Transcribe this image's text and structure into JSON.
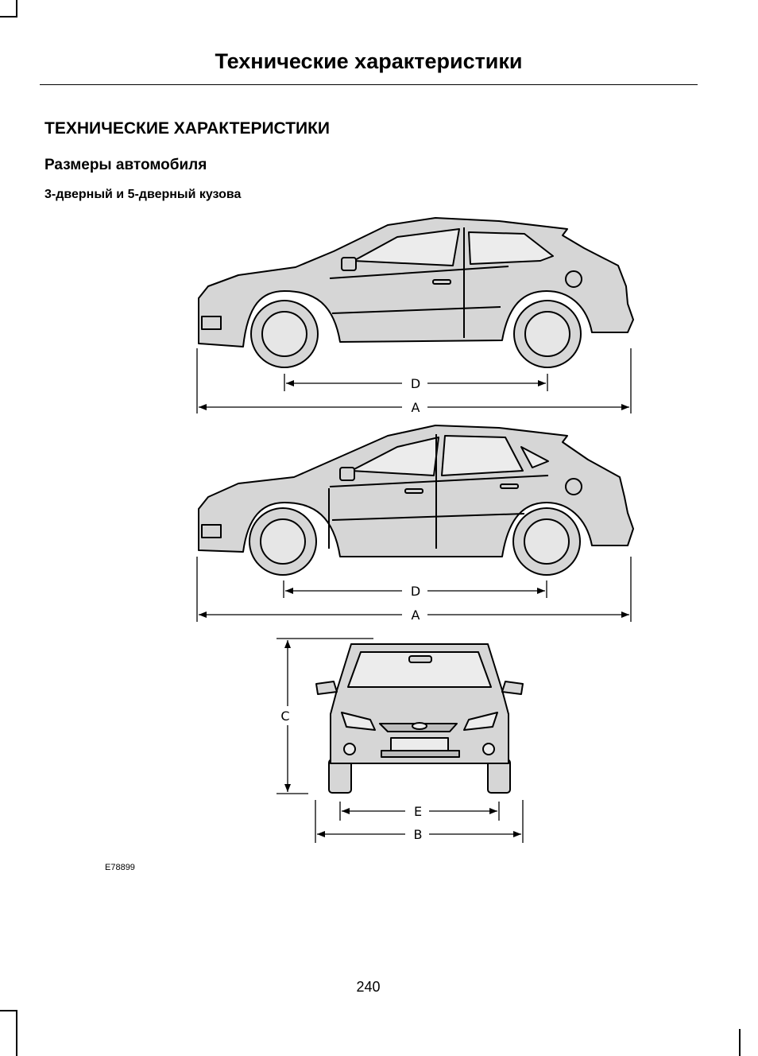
{
  "header": {
    "title": "Технические характеристики"
  },
  "section": {
    "title": "ТЕХНИЧЕСКИЕ ХАРАКТЕРИСТИКИ"
  },
  "subsection": {
    "title": "Размеры автомобиля"
  },
  "body_type": {
    "label": "3-дверный и 5-дверный кузова"
  },
  "figure": {
    "id": "E78899",
    "labels": {
      "A": "A",
      "B": "B",
      "C": "C",
      "D": "D",
      "E": "E"
    }
  },
  "footer": {
    "page_number": "240"
  },
  "colors": {
    "car_fill": "#d6d6d6",
    "line": "#000000"
  }
}
